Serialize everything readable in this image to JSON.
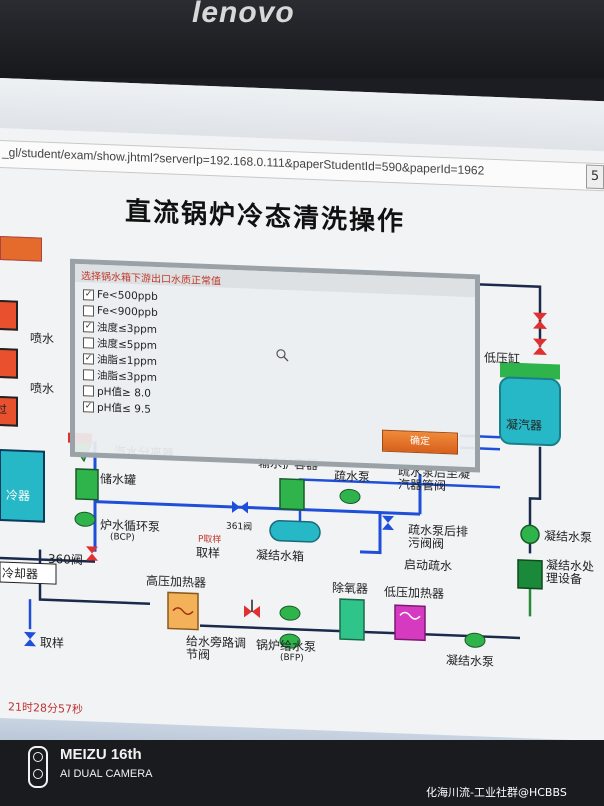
{
  "laptop": {
    "brand": "lenovo"
  },
  "browser": {
    "url": "_gl/student/exam/show.jhtml?serverIp=192.168.0.111&paperStudentId=590&paperId=1962",
    "side_button": "5"
  },
  "page": {
    "title": "直流锅炉冷态清洗操作"
  },
  "left_panel": {
    "labels": [
      "喷水",
      "喷水"
    ],
    "boxes": [
      "过"
    ]
  },
  "modal": {
    "title": "选择锅水箱下游出口水质正常值",
    "options": [
      {
        "label": "Fe<500ppb",
        "checked": true
      },
      {
        "label": "Fe<900ppb",
        "checked": false
      },
      {
        "label": "浊度≤3ppm",
        "checked": true
      },
      {
        "label": "浊度≤5ppm",
        "checked": false
      },
      {
        "label": "油脂≤1ppm",
        "checked": true
      },
      {
        "label": "油脂≤3ppm",
        "checked": false
      },
      {
        "label": "pH值≥ 8.0",
        "checked": false
      },
      {
        "label": "pH值≤ 9.5",
        "checked": true
      }
    ],
    "confirm_label": "确定"
  },
  "diagram": {
    "components": {
      "condenser_head": "低压缸",
      "condenser": "凝汽器",
      "separator": "汽水分离器",
      "storage_tank": "储水罐",
      "circ_pump": "炉水循环泵",
      "circ_pump_sub": "(BCP)",
      "valve_361": "361阀",
      "valve_360": "360阀",
      "sampling1": "取样",
      "sampling2": "取样",
      "sampling_tag": "P取样",
      "expansion_vessel": "输水扩容器",
      "condensate_tank": "凝结水箱",
      "drain_pump": "疏水泵",
      "drain_pump_to_cond": "疏水泵后至凝汽器管阀",
      "drain_pump_discharge": "疏水泵后排污阀阀",
      "startup_drain": "启动疏水",
      "cond_pump": "凝结水泵",
      "cond_treatment": "凝结水处理设备",
      "hp_heater": "高压加热器",
      "deaerator": "除氧器",
      "lp_heater": "低压加热器",
      "feedwater_bypass": "给水旁路调节阀",
      "bfp": "锅炉给水泵",
      "bfp_sub": "(BFP)",
      "cond_pump_bottom": "凝结水泵",
      "cooler": "冷器",
      "left_cooler": "冷却器"
    },
    "colors": {
      "pipe_blue": "#1f4fd8",
      "pipe_dark": "#1a2a4a",
      "valve_red": "#e03030",
      "equipment_green": "#2fb34b",
      "teal": "#26b8c6",
      "magenta": "#d63ac0"
    }
  },
  "status": {
    "clock": "21时28分57秒"
  },
  "watermark": {
    "brand": "MEIZU 16th",
    "camera": "AI DUAL CAMERA",
    "credit": "化海川流-工业社群@HCBBS"
  }
}
